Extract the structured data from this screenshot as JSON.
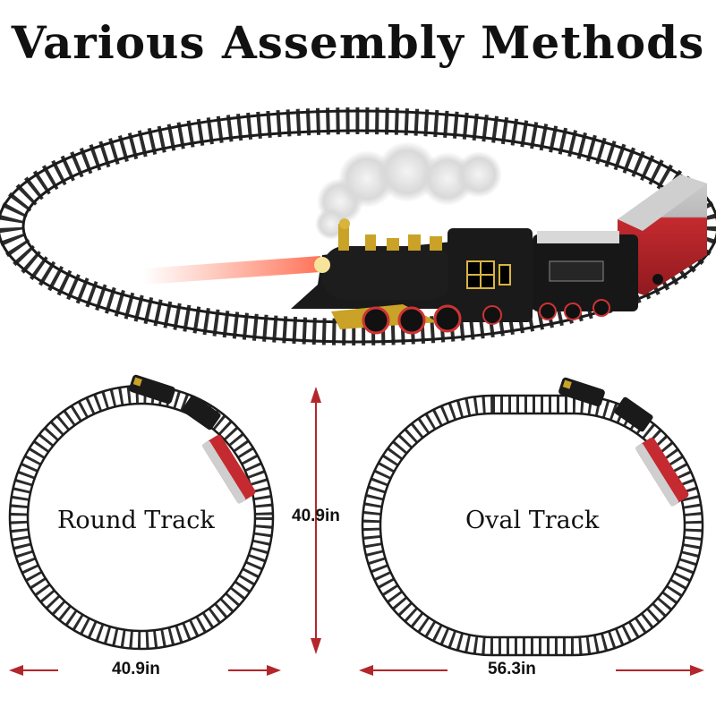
{
  "title": "Various Assembly Methods",
  "layouts": {
    "round": {
      "label": "Round Track",
      "width": "40.9in",
      "height": "40.9in"
    },
    "oval": {
      "label": "Oval Track",
      "width": "56.3in"
    }
  },
  "colors": {
    "track_rail": "#1c1c1c",
    "track_tie": "#2b2b2b",
    "arrow": "#b3262b",
    "locomotive": "#1a1a1a",
    "trim_gold": "#c9a227",
    "coach_red": "#b21e24"
  }
}
